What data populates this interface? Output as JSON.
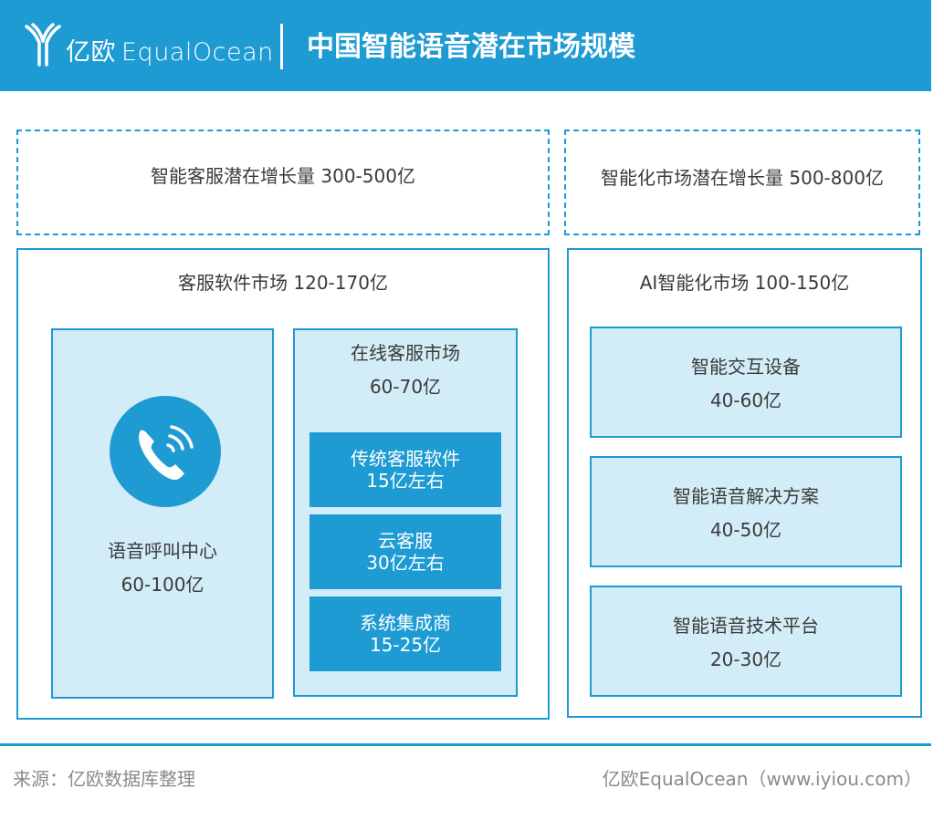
{
  "header": {
    "logo_cn": "亿欧",
    "logo_en": "EqualOcean",
    "title": "中国智能语音潜在市场规模"
  },
  "potential": {
    "customer_service": "智能客服潜在增长量 300-500亿",
    "intelligent_market": "智能化市场潜在增长量 500-800亿"
  },
  "software_market": {
    "title": "客服软件市场 120-170亿",
    "call_center": {
      "name": "语音呼叫中心",
      "value": "60-100亿",
      "icon": "phone-icon"
    },
    "online": {
      "name": "在线客服市场",
      "value": "60-70亿",
      "items": [
        {
          "name": "传统客服软件",
          "value": "15亿左右"
        },
        {
          "name": "云客服",
          "value": "30亿左右"
        },
        {
          "name": "系统集成商",
          "value": "15-25亿"
        }
      ]
    }
  },
  "ai_market": {
    "title": "AI智能化市场 100-150亿",
    "items": [
      {
        "name": "智能交互设备",
        "value": "40-60亿"
      },
      {
        "name": "智能语音解决方案",
        "value": "40-50亿"
      },
      {
        "name": "智能语音技术平台",
        "value": "20-30亿"
      }
    ]
  },
  "footer": {
    "source": "来源：亿欧数据库整理",
    "credit": "亿欧EqualOcean（www.iyiou.com）"
  },
  "colors": {
    "accent": "#1e9bd3",
    "light_fill": "#d3edf8",
    "text": "#3a3a3a",
    "muted": "#8a8a8a"
  }
}
